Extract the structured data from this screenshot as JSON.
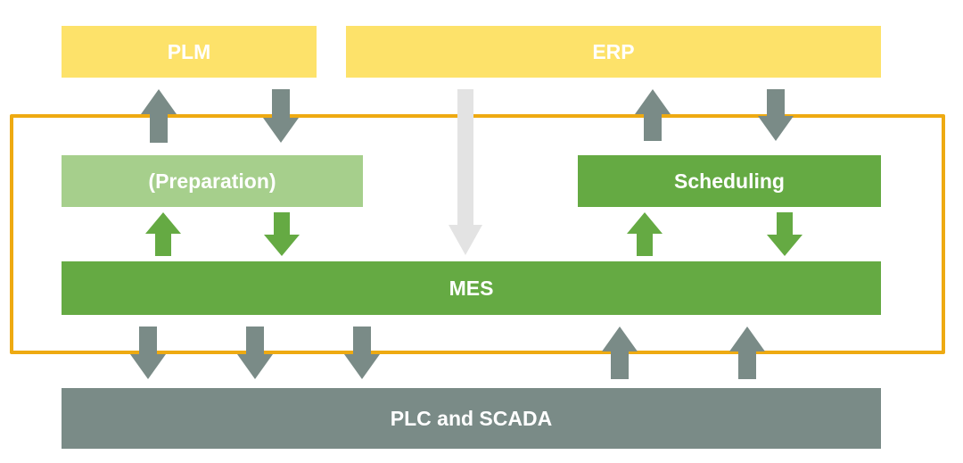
{
  "colors": {
    "yellow": "#fde26a",
    "light_green": "#a6cf8c",
    "green": "#65aa43",
    "slate": "#7a8b87",
    "light_gray": "#e3e3e3",
    "orange_border": "#eeaa12"
  },
  "blocks": {
    "plm": "PLM",
    "erp": "ERP",
    "preparation": "(Preparation)",
    "scheduling": "Scheduling",
    "mes": "MES",
    "plc_scada": "PLC and SCADA"
  },
  "arrows": [
    {
      "id": "plm-up",
      "direction": "up",
      "color": "slate",
      "from": "mes-boundary",
      "to": "plm"
    },
    {
      "id": "plm-down",
      "direction": "down",
      "color": "slate",
      "from": "plm",
      "to": "mes-boundary"
    },
    {
      "id": "erp-down-to-mes",
      "direction": "down",
      "color": "light_gray",
      "from": "erp",
      "to": "mes"
    },
    {
      "id": "erp-up",
      "direction": "up",
      "color": "slate",
      "from": "mes-boundary",
      "to": "erp"
    },
    {
      "id": "erp-down",
      "direction": "down",
      "color": "slate",
      "from": "erp",
      "to": "mes-boundary"
    },
    {
      "id": "prep-up",
      "direction": "up",
      "color": "green",
      "from": "mes",
      "to": "preparation"
    },
    {
      "id": "prep-down",
      "direction": "down",
      "color": "green",
      "from": "preparation",
      "to": "mes"
    },
    {
      "id": "sched-up",
      "direction": "up",
      "color": "green",
      "from": "mes",
      "to": "scheduling"
    },
    {
      "id": "sched-down",
      "direction": "down",
      "color": "green",
      "from": "scheduling",
      "to": "mes"
    },
    {
      "id": "plc-down-1",
      "direction": "down",
      "color": "slate",
      "from": "mes",
      "to": "plc_scada"
    },
    {
      "id": "plc-down-2",
      "direction": "down",
      "color": "slate",
      "from": "mes",
      "to": "plc_scada"
    },
    {
      "id": "plc-down-3",
      "direction": "down",
      "color": "slate",
      "from": "mes",
      "to": "plc_scada"
    },
    {
      "id": "plc-up-1",
      "direction": "up",
      "color": "slate",
      "from": "plc_scada",
      "to": "mes"
    },
    {
      "id": "plc-up-2",
      "direction": "up",
      "color": "slate",
      "from": "plc_scada",
      "to": "mes"
    }
  ]
}
